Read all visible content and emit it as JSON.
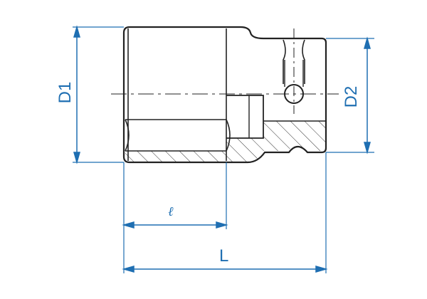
{
  "dimensions": {
    "d1": "D1",
    "d2": "D2",
    "l_small": "ℓ",
    "l": "L"
  },
  "colors": {
    "outline": "#222222",
    "dimension": "#1f6fb2",
    "hatch": "#333333",
    "centerline": "#222222"
  }
}
